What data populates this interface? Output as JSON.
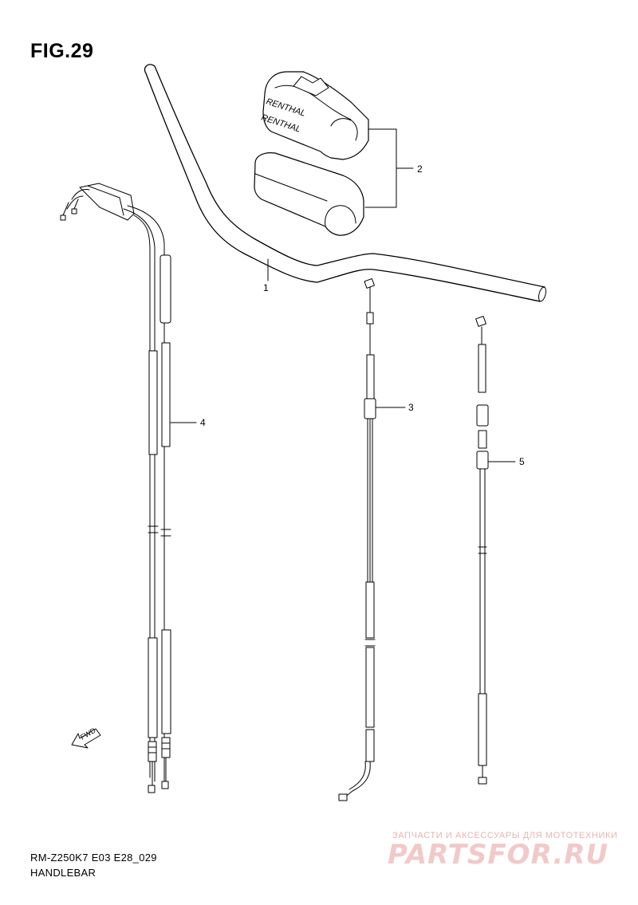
{
  "figure": {
    "title": "FIG.29"
  },
  "callouts": [
    "1",
    "2",
    "3",
    "4",
    "5"
  ],
  "pad_brand": "RENTHAL",
  "fwd_label": "FWD",
  "caption": {
    "model": "RM-Z250K7 E03 E28_029",
    "name": "HANDLEBAR"
  },
  "watermark": {
    "tagline": "ЗАПЧАСТИ И АКСЕССУАРЫ ДЛЯ МОТОТЕХНИКИ",
    "logo": "PARTSFOR.RU"
  },
  "colors": {
    "line": "#000000",
    "background": "#ffffff",
    "watermark": "#f2c9c9"
  }
}
